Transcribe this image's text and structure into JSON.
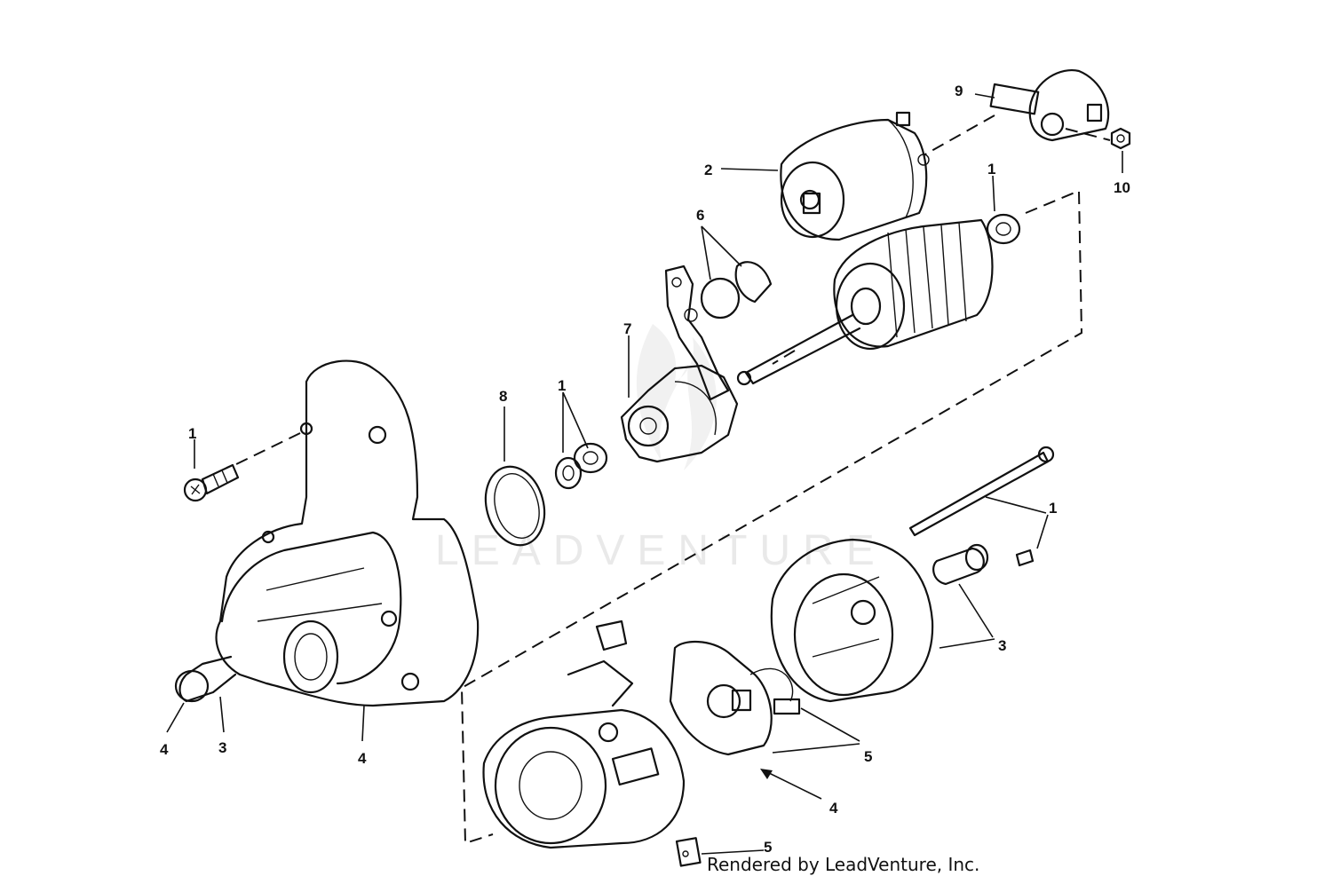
{
  "title": "",
  "watermark": "LEADVENTURE",
  "credit": "Rendered by LeadVenture, Inc.",
  "callouts": [
    {
      "id": "c-1-bolt",
      "text": "1"
    },
    {
      "id": "c-1-washer",
      "text": "1"
    },
    {
      "id": "c-1-armature",
      "text": "1"
    },
    {
      "id": "c-1-screw",
      "text": "1"
    },
    {
      "id": "c-2",
      "text": "2"
    },
    {
      "id": "c-3-nose",
      "text": "3"
    },
    {
      "id": "c-3-frame",
      "text": "3"
    },
    {
      "id": "c-4-nose",
      "text": "4"
    },
    {
      "id": "c-4-housing",
      "text": "4"
    },
    {
      "id": "c-4-holder",
      "text": "4"
    },
    {
      "id": "c-5-brush",
      "text": "5"
    },
    {
      "id": "c-5-clip",
      "text": "5"
    },
    {
      "id": "c-6",
      "text": "6"
    },
    {
      "id": "c-7",
      "text": "7"
    },
    {
      "id": "c-8",
      "text": "8"
    },
    {
      "id": "c-9",
      "text": "9"
    },
    {
      "id": "c-10",
      "text": "10"
    }
  ]
}
